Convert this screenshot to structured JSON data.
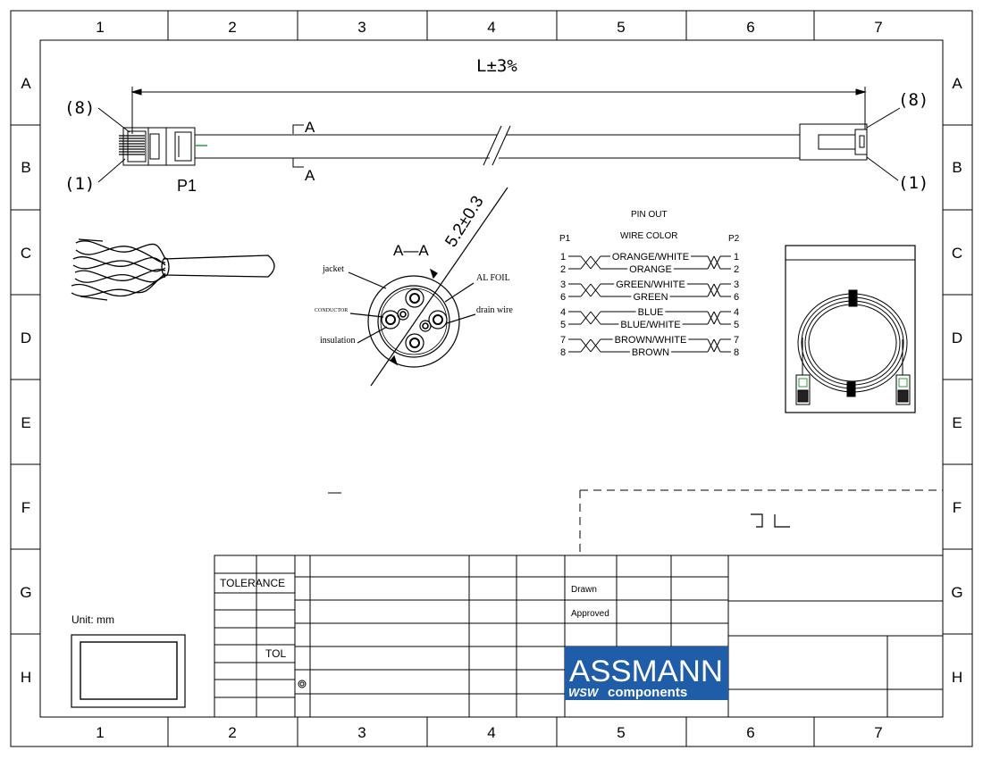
{
  "frame": {
    "columns": [
      "1",
      "2",
      "3",
      "4",
      "5",
      "6",
      "7"
    ],
    "rows": [
      "A",
      "B",
      "C",
      "D",
      "E",
      "F",
      "G",
      "H"
    ]
  },
  "dimensions": {
    "length": "L±3%",
    "diameter": "5.2±0.3",
    "pin8": "(8)",
    "pin1": "(1)",
    "plug_label": "P1",
    "section_mark": "A",
    "section_title": "A—A"
  },
  "cross_section": {
    "jacket": "jacket",
    "conductor": "CONDUCTOR",
    "insulation": "insulation",
    "foil": "AL FOIL",
    "drain": "drain wire"
  },
  "pinout": {
    "title": "PIN OUT",
    "p1": "P1",
    "p2": "P2",
    "header": "WIRE COLOR",
    "rows": [
      {
        "l": "1",
        "r": "1",
        "color": "ORANGE/WHITE"
      },
      {
        "l": "2",
        "r": "2",
        "color": "ORANGE"
      },
      {
        "l": "3",
        "r": "3",
        "color": "GREEN/WHITE"
      },
      {
        "l": "6",
        "r": "6",
        "color": "GREEN"
      },
      {
        "l": "4",
        "r": "4",
        "color": "BLUE"
      },
      {
        "l": "5",
        "r": "5",
        "color": "BLUE/WHITE"
      },
      {
        "l": "7",
        "r": "7",
        "color": "BROWN/WHITE"
      },
      {
        "l": "8",
        "r": "8",
        "color": "BROWN"
      }
    ]
  },
  "misc": {
    "dash": "—",
    "tl": "┐ └"
  },
  "title_block": {
    "tolerance": "TOLERANCE",
    "tol": "TOL",
    "drawn": "Drawn",
    "approved": "Approved",
    "unit": "Unit: mm",
    "brand": "ASSMANN",
    "brand_sub_a": "WSW",
    "brand_sub_b": "components"
  },
  "colors": {
    "brand_bg": "#1f5da8",
    "line": "#000000"
  }
}
